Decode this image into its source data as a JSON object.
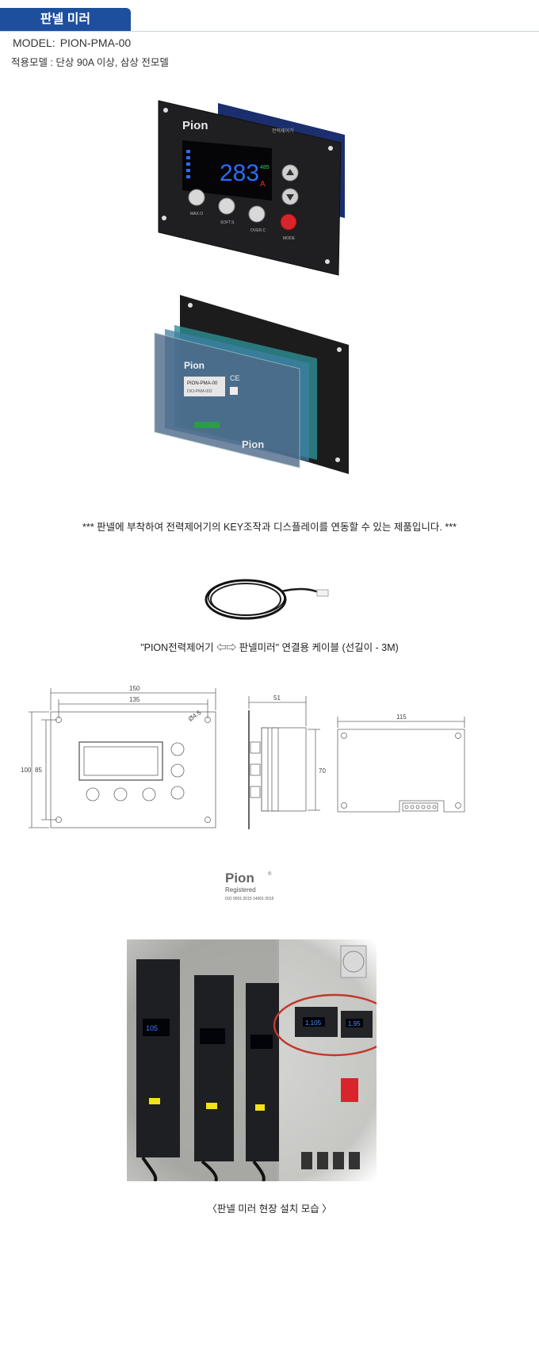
{
  "header": {
    "tab_title": "판넬 미러",
    "model_label": "MODEL:",
    "model_value": "PION-PMA-00",
    "applicable_models": "적용모델 : 단상 90A 이상, 삼상 전모델"
  },
  "front_panel": {
    "brand": "Pion",
    "subtitle": "전력제어기",
    "display_value": "283",
    "display_small": "485",
    "unit": "A",
    "buttons": [
      "MAX.O",
      "SOFT.S",
      "OVER.C",
      "MODE"
    ]
  },
  "back_panel": {
    "brand": "Pion",
    "label_model": "PION-PMA-00",
    "label_serial": "DIO-PNM-002",
    "ce_mark": "CE"
  },
  "description": "***  판넬에 부착하여 전력제어기의 KEY조작과  디스플레이를 연동할 수 있는 제품입니다.  ***",
  "cable_caption": "\"PION전력제어기 ⇦⇨ 판넬미러\"   연결용 케이블 (선길이 - 3M)",
  "dimensions": {
    "width_total": "150",
    "width_holes": "135",
    "height_total": "100",
    "height_holes": "85",
    "hole_dia": "Ø4.5",
    "depth": "51",
    "side_height": "70",
    "back_width": "115"
  },
  "logo": {
    "brand": "Pion",
    "registered": "Registered",
    "iso": "ISO 9001:2015  14001:2015"
  },
  "installation_caption": "〈판넬 미러 현장 설치 모습 〉",
  "installation_display": [
    "1.105",
    "1.95"
  ],
  "colors": {
    "tab": "#1d4f9c",
    "panel": "#1f1f22",
    "display": "#2b6cff",
    "mode_button": "#d9242b",
    "circle": "#c0392b"
  }
}
